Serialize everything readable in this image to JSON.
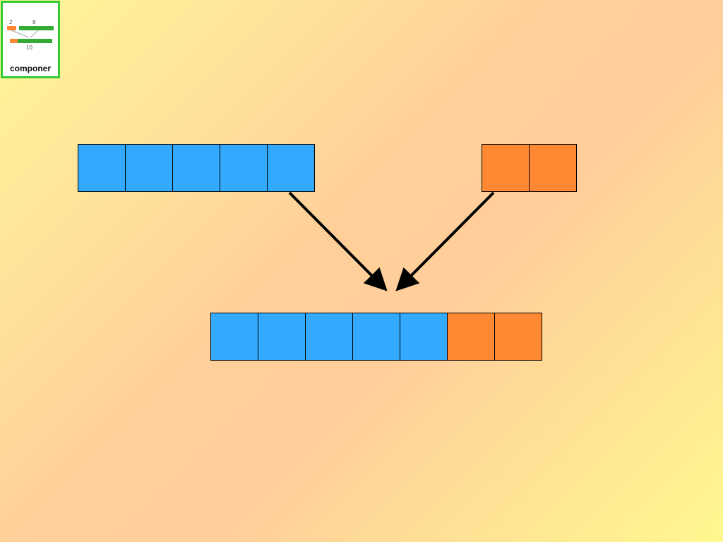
{
  "thumbnail": {
    "label": "componer",
    "left_number": "2",
    "right_number": "8",
    "total_number": "10",
    "border_color": "#33cc33",
    "part_a_color": "#ff8833",
    "part_b_color": "#33aa33"
  },
  "composition": {
    "part_a": {
      "count": 5,
      "color": "#33aaff"
    },
    "part_b": {
      "count": 2,
      "color": "#ff8833"
    },
    "whole": {
      "count": 7
    }
  },
  "arrow_color": "#000000"
}
